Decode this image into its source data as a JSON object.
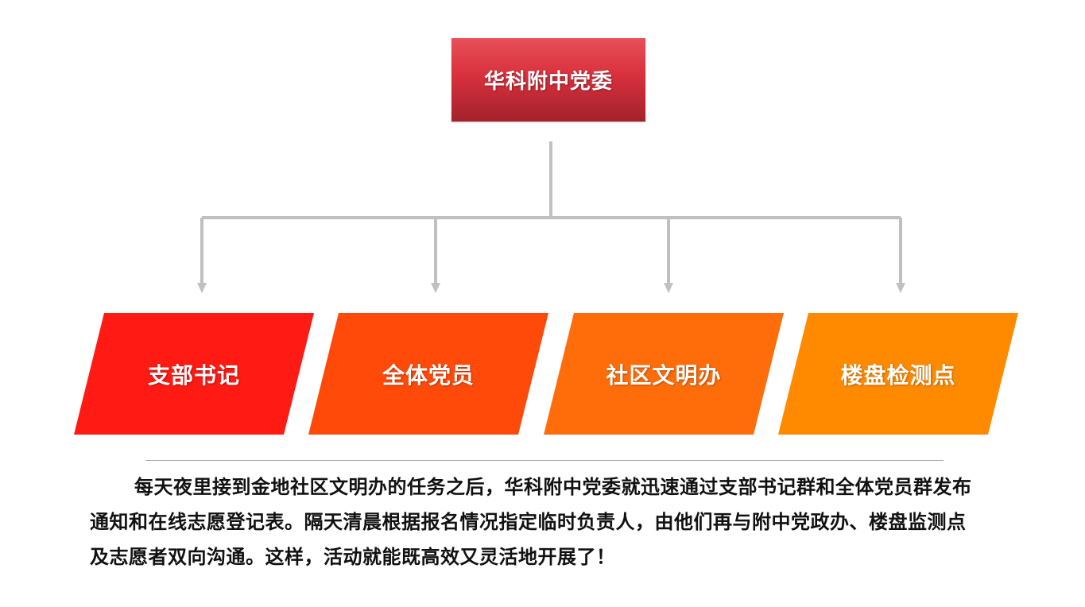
{
  "org": {
    "top": "华科附中党委",
    "children": [
      {
        "label": "支部书记",
        "color": "#ff1a14"
      },
      {
        "label": "全体党员",
        "color": "#ff4a0a"
      },
      {
        "label": "社区文明办",
        "color": "#ff6d0a"
      },
      {
        "label": "楼盘检测点",
        "color": "#ff8a00"
      }
    ],
    "connector_color": "#c0c0c0"
  },
  "description": "每天夜里接到金地社区文明办的任务之后，华科附中党委就迅速通过支部书记群和全体党员群发布通知和在线志愿登记表。隔天清晨根据报名情况指定临时负责人，由他们再与附中党政办、楼盘监测点及志愿者双向沟通。这样，活动就能既高效又灵活地开展了！"
}
